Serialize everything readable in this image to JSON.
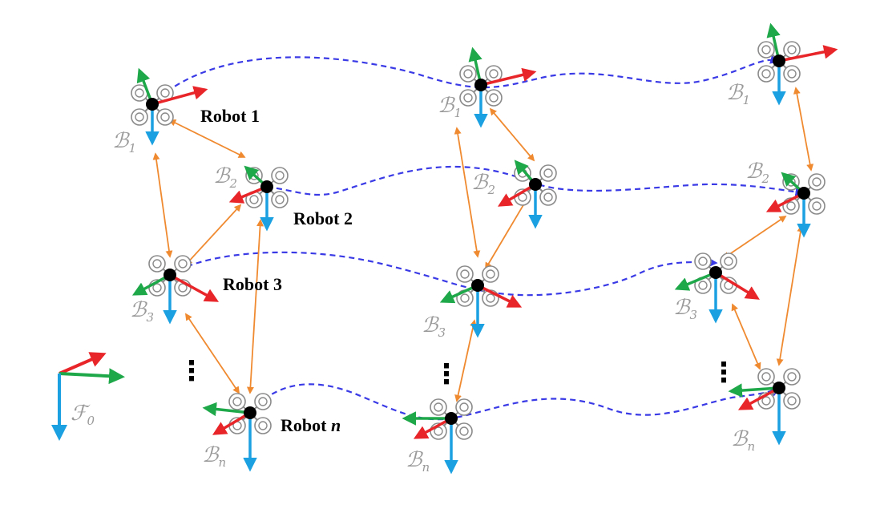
{
  "robot_labels": {
    "robot_1": "Robot 1",
    "robot_2": "Robot 2",
    "robot_3": "Robot 3",
    "robot_n_prefix": "Robot ",
    "robot_n_index": "n"
  },
  "frame_labels": {
    "body_frame_symbol": "ℬ",
    "world_frame_symbol": "ℱ",
    "world_frame_sub": "0",
    "subscripts": [
      "1",
      "2",
      "3",
      "n"
    ]
  },
  "ellipsis": "⋮",
  "colors": {
    "trajectory": "#3a3ae6",
    "inter_robot_link": "#f08a30",
    "axis_red": "#e8262a",
    "axis_green": "#1fa84a",
    "axis_blue": "#1ba1e2",
    "label_gray": "#9a9a9a",
    "rotor_gray": "#8a8a8a"
  }
}
